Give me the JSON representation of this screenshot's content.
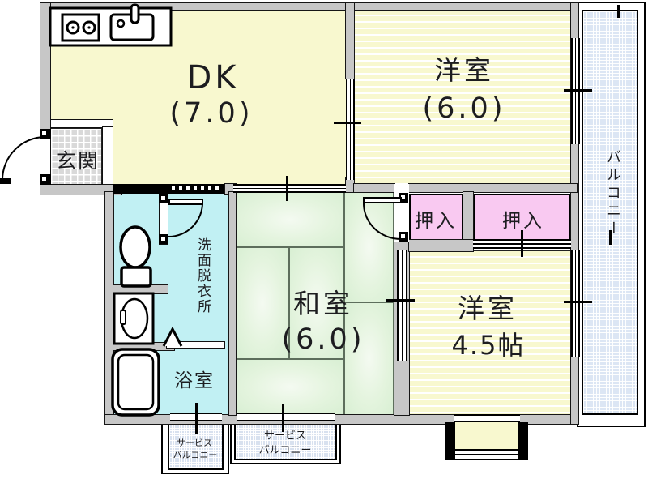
{
  "plan": {
    "type": "apartment-floor-plan",
    "rooms": {
      "dk": {
        "label": "DK",
        "size": "(7.0)"
      },
      "western6": {
        "label": "洋室",
        "size": "(6.0)"
      },
      "japanese6": {
        "label": "和室",
        "size": "(6.0)"
      },
      "western45": {
        "label": "洋室",
        "size": "4.5帖"
      },
      "entrance": {
        "label": "玄関"
      },
      "washroom": {
        "label": "洗面脱衣所"
      },
      "bathroom": {
        "label": "浴室"
      },
      "closet_left": {
        "label": "押入"
      },
      "closet_right": {
        "label": "押入"
      },
      "balcony": {
        "label": "バルコニー"
      },
      "service_balcony_left": {
        "line1": "サービス",
        "line2": "バルコニー"
      },
      "service_balcony_right": {
        "line1": "サービス",
        "line2": "バルコニー"
      }
    },
    "colors": {
      "wall_gray": "#c7c7c7",
      "room_yellow": "#f8f8cf",
      "tatami_green": "#e0f3da",
      "water_cyan": "#c1f0f3",
      "closet_pink": "#f9c9f1",
      "balcony_blue": "#dce6f4",
      "entrance_tile": "#d9d9d9",
      "outline_black": "#000000"
    },
    "icons": [
      "gas-stove-icon",
      "kitchen-sink-icon",
      "faucet-icon",
      "toilet-icon",
      "washbasin-icon",
      "bathtub-icon",
      "folding-door-icon",
      "swing-door-icon",
      "sliding-door-icon",
      "window-icon",
      "entrance-door-icon"
    ]
  }
}
